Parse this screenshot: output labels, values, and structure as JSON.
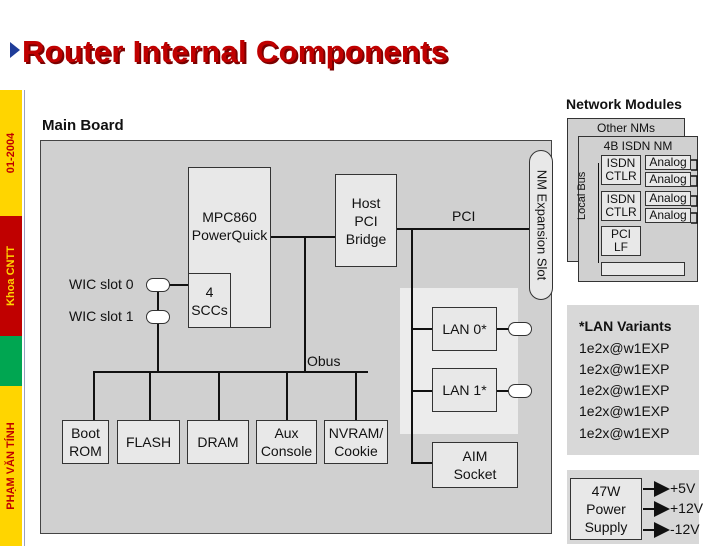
{
  "title": "Router Internal Components",
  "sidebar": {
    "year": "01-2004",
    "faculty": "Khoa CNTT",
    "author": "PHẠM VĂN TÍNH"
  },
  "main_board": {
    "label": "Main Board",
    "mpc": "MPC860\nPowerQuick",
    "sccs": "4\nSCCs",
    "host_pci": "Host\nPCI\nBridge",
    "pci": "PCI",
    "wic0": "WIC slot 0",
    "wic1": "WIC slot 1",
    "obus": "Obus",
    "nm_slot": "NM Expansion Slot",
    "lan0": "LAN 0*",
    "lan1": "LAN 1*",
    "aim": "AIM\nSocket",
    "boot_rom": "Boot\nROM",
    "flash": "FLASH",
    "dram": "DRAM",
    "aux_console": "Aux\nConsole",
    "nvram": "NVRAM/\nCookie"
  },
  "network_modules": {
    "label": "Network Modules",
    "other_nms": "Other NMs",
    "isdn_nm": "4B ISDN NM",
    "local_bus": "Local Bus",
    "isdn_ctlr": "ISDN\nCTLR",
    "analog": "Analog",
    "pci_lf": "PCI\nLF"
  },
  "lan_variants": {
    "title": "*LAN Variants",
    "items": [
      "1e2x@w1EXP",
      "1e2x@w1EXP",
      "1e2x@w1EXP",
      "1e2x@w1EXP",
      "1e2x@w1EXP"
    ]
  },
  "power": {
    "supply": "47W\nPower\nSupply",
    "outputs": [
      "+5V",
      "+12V",
      "-12V"
    ]
  },
  "colors": {
    "title": "#c00000",
    "sidebar_yellow": "#ffd500",
    "sidebar_red": "#c00000",
    "sidebar_green": "#00a651",
    "board_gray": "#d0d0d0"
  }
}
